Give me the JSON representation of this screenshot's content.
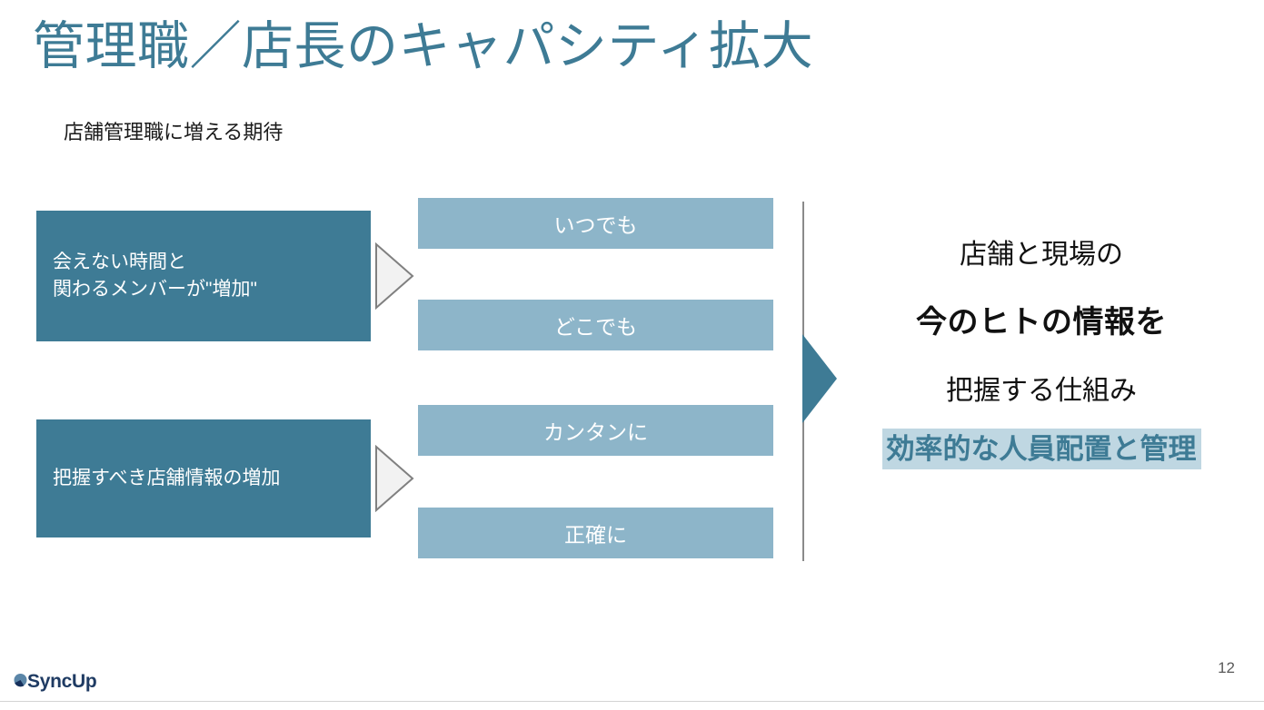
{
  "slide": {
    "title": "管理職／店長のキャパシティ拡大",
    "subtitle": "店舗管理職に増える期待",
    "page_number": "12",
    "colors": {
      "title_teal": "#3E7B95",
      "box_dark_teal": "#3E7B95",
      "bar_light_blue": "#8DB5C9",
      "highlight_bg": "#BFD7E2",
      "highlight_text": "#3E7B95",
      "divider_gray": "#8A8A8A",
      "body_black": "#111111",
      "logo_navy": "#1F3B63"
    }
  },
  "causes": [
    {
      "text": "会えない時間と\n関わるメンバーが\"増加\""
    },
    {
      "text": "把握すべき店舗情報の増加"
    }
  ],
  "requirements": [
    {
      "label": "いつでも"
    },
    {
      "label": "どこでも"
    },
    {
      "label": "カンタンに"
    },
    {
      "label": "正確に"
    }
  ],
  "outcome": {
    "line1": "店舗と現場の",
    "line2": "今のヒトの情報を",
    "line3": "把握する仕組み",
    "highlight": "効率的な人員配置と管理"
  },
  "footer": {
    "brand": "SyncUp"
  }
}
